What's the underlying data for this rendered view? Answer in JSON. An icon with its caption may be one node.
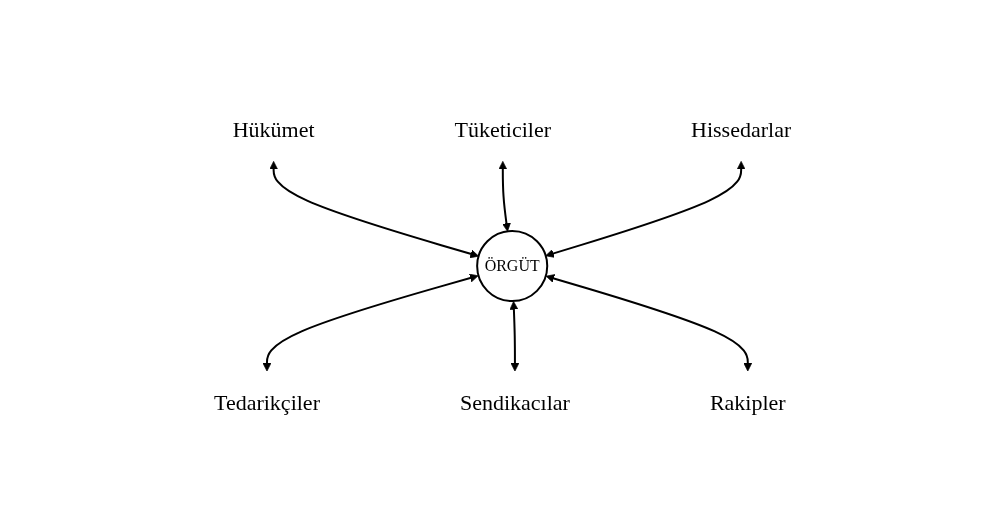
{
  "diagram": {
    "nodes": [
      {
        "text": [
          "ÖRGÜT"
        ]
      },
      {
        "text": [
          "Hükümet"
        ]
      },
      {
        "text": [
          "Tüketiciler"
        ]
      },
      {
        "text": [
          "Hissedarlar"
        ]
      },
      {
        "text": [
          "Tedarikçiler"
        ]
      },
      {
        "text": [
          "Sendikacılar"
        ]
      },
      {
        "text": [
          "Rakipler"
        ]
      }
    ],
    "edges": [
      {
        "from": 1,
        "to": 0,
        "arrow": "both"
      },
      {
        "from": 2,
        "to": 0,
        "arrow": "both"
      },
      {
        "from": 3,
        "to": 0,
        "arrow": "both"
      },
      {
        "from": 0,
        "to": 4,
        "arrow": "both"
      },
      {
        "from": 0,
        "to": 5,
        "arrow": "both"
      },
      {
        "from": 0,
        "to": 6,
        "arrow": "both"
      }
    ]
  }
}
